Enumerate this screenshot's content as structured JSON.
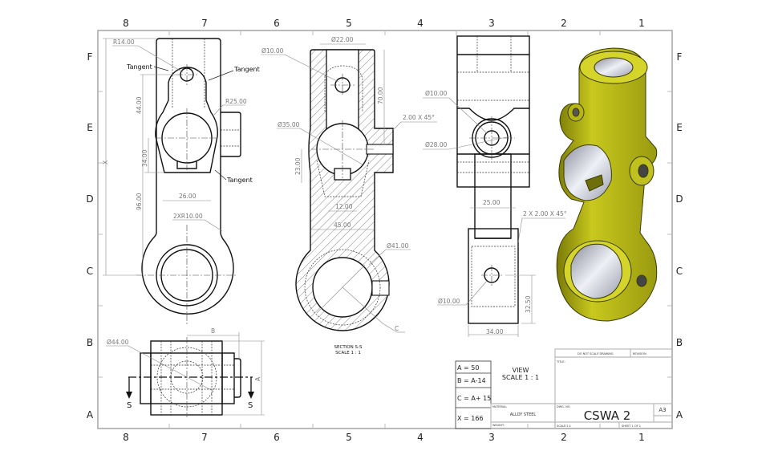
{
  "zones": {
    "columns": [
      "8",
      "7",
      "6",
      "5",
      "4",
      "3",
      "2",
      "1"
    ],
    "rows": [
      "F",
      "E",
      "D",
      "C",
      "B",
      "A"
    ]
  },
  "front_view": {
    "dims": {
      "r14": "R14.00",
      "tangent": "Tangent",
      "r25": "R25.00",
      "d44": "44.00",
      "d34": "34.00",
      "d96": "96.00",
      "x": "X",
      "d26": "26.00",
      "r10": "2XR10.00"
    }
  },
  "section_view": {
    "dims": {
      "d22": "Ø22.00",
      "d10": "Ø10.00",
      "d70": "70.00",
      "d35": "Ø35.00",
      "chamfer": "2.00 X 45°",
      "d23": "23.00",
      "d12": "12.00",
      "d45": "45.00",
      "d41": "Ø41.00",
      "c": "C"
    },
    "title": "SECTION S-S",
    "scale": "SCALE 1 : 1"
  },
  "side_view": {
    "dims": {
      "d10a": "Ø10.00",
      "d28": "Ø28.00",
      "d25": "25.00",
      "chamfer2": "2 X 2.00 X 45°",
      "d10b": "Ø10.00",
      "d32": "32.50",
      "d34": "34.00"
    }
  },
  "top_view": {
    "dims": {
      "d44": "Ø44.00",
      "b": "B",
      "a": "A"
    },
    "section_mark": "S"
  },
  "variables_table": [
    "A = 50",
    "B = A-14",
    "C = A+ 15",
    "X = 166"
  ],
  "view_label": {
    "line1": "VIEW",
    "line2": "SCALE 1 : 1"
  },
  "title_block": {
    "do_not_scale": "DO NOT SCALE DRAWING",
    "revision": "REVISION",
    "title": "TITLE:",
    "material_label": "MATERIAL:",
    "material": "ALLOY STEEL",
    "weight": "WEIGHT:",
    "dwg_no_label": "DWG. NO.",
    "dwg_no": "CSWA 2",
    "size": "A3",
    "scale": "SCALE:1:1",
    "sheet": "SHEET 1 OF 1"
  },
  "colors": {
    "part_yellow": "#c8c81e",
    "part_shadow": "#6e6e0a",
    "hole_grey": "#b8bcc8"
  }
}
